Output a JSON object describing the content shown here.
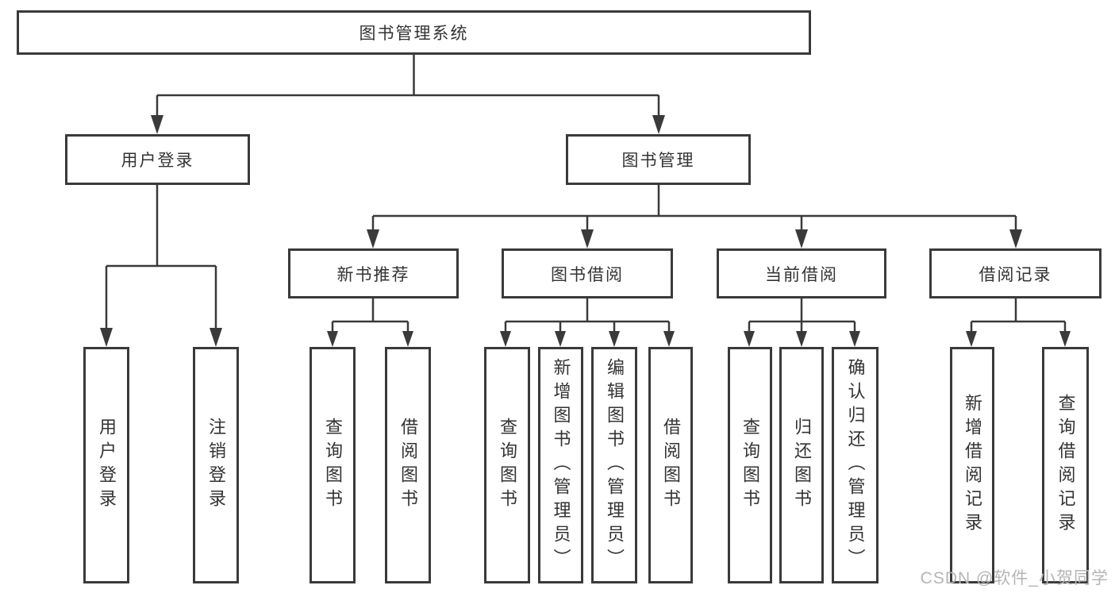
{
  "diagram_type": "hierarchy",
  "colors": {
    "line": "#3a3a3a",
    "box_border": "#3a3a3a",
    "text": "#333333",
    "background": "#ffffff",
    "watermark_text_color": "#b5b5b5"
  },
  "tree": {
    "root": {
      "label": "图书管理系统"
    },
    "level2": [
      {
        "label": "用户登录"
      },
      {
        "label": "图书管理"
      }
    ],
    "level3": [
      {
        "label": "新书推荐",
        "parent": "图书管理"
      },
      {
        "label": "图书借阅",
        "parent": "图书管理"
      },
      {
        "label": "当前借阅",
        "parent": "图书管理"
      },
      {
        "label": "借阅记录",
        "parent": "图书管理"
      }
    ],
    "leaves": [
      {
        "label": "用户登录",
        "parent": "用户登录"
      },
      {
        "label": "注销登录",
        "parent": "用户登录"
      },
      {
        "label": "查询图书",
        "parent": "新书推荐"
      },
      {
        "label": "借阅图书",
        "parent": "新书推荐"
      },
      {
        "label": "查询图书",
        "parent": "图书借阅"
      },
      {
        "label": "新增图书（管理员）",
        "parent": "图书借阅"
      },
      {
        "label": "编辑图书（管理员）",
        "parent": "图书借阅"
      },
      {
        "label": "借阅图书",
        "parent": "图书借阅"
      },
      {
        "label": "查询图书",
        "parent": "当前借阅"
      },
      {
        "label": "归还图书",
        "parent": "当前借阅"
      },
      {
        "label": "确认归还（管理员）",
        "parent": "当前借阅"
      },
      {
        "label": "新增借阅记录",
        "parent": "借阅记录"
      },
      {
        "label": "查询借阅记录",
        "parent": "借阅记录"
      }
    ]
  },
  "watermark": {
    "text": "CSDN @软件_小贺同学"
  }
}
